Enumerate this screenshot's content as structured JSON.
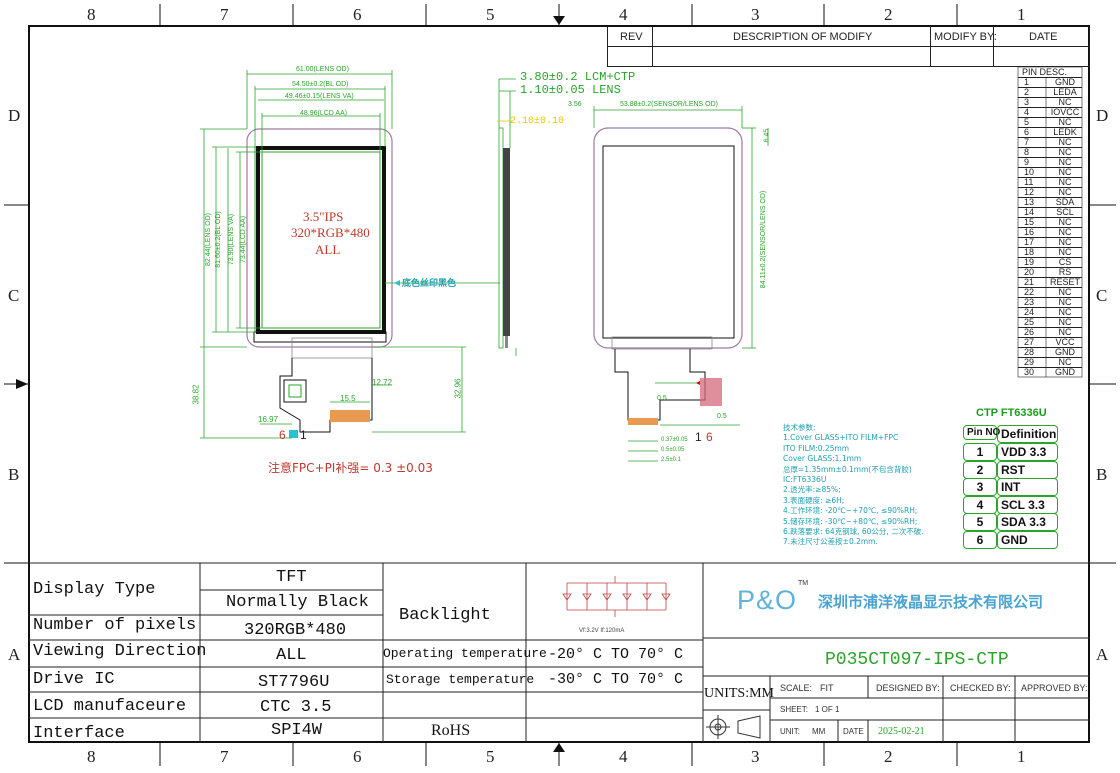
{
  "zones": {
    "top": [
      "8",
      "7",
      "6",
      "5",
      "4",
      "3",
      "2",
      "1"
    ],
    "bottom": [
      "8",
      "7",
      "6",
      "5",
      "4",
      "3",
      "2",
      "1"
    ],
    "left": [
      "D",
      "C",
      "B",
      "A"
    ],
    "right": [
      "D",
      "C",
      "B",
      "A"
    ]
  },
  "revision_table": {
    "rev": "REV",
    "description": "DESCRIPTION OF MODIFY",
    "modify_by": "MODIFY BY:",
    "date": "DATE"
  },
  "front_view": {
    "dims": [
      "61.00(LENS OD)",
      "54.50±0.2(BL OD)",
      "49.46±0.15(LENS VA)",
      "48.96(LCD AA)",
      "82.44(LENS OD)",
      "81.60±0.2(BL OD)",
      "73.90(LENS VA)",
      "73.44(LCD AA)",
      "38.82",
      "16.97",
      "12.72",
      "15.5",
      "32.96"
    ],
    "screen_lines": [
      "3.5\"IPS",
      "320*RGB*480",
      "ALL"
    ],
    "silk_note": "底色丝印黑色",
    "fpc_pins_left": "6",
    "fpc_pins_right": "1",
    "stiffener_note": "注意FPC+PI补强= 0.3 ±0.03"
  },
  "side_view": {
    "lines": [
      "3.80±0.2 LCM+CTP",
      "1.10±0.05 LENS"
    ],
    "yellow_dim": "2.10±0.10"
  },
  "back_view": {
    "dims": [
      "3.56",
      "53.88±0.2(SENSOR/LENS OD)",
      "84.11±0.2(SENSOR/LENS OD)",
      "6.45",
      "0.5",
      "0.5",
      "0.37±0.05",
      "0.5±0.05",
      "2.5±0.1"
    ],
    "fpc_pin_1": "1",
    "fpc_pin_6": "6"
  },
  "pin_table": {
    "header": "PIN DESC.",
    "rows": [
      [
        "1",
        "GND"
      ],
      [
        "2",
        "LEDA"
      ],
      [
        "3",
        "NC"
      ],
      [
        "4",
        "IOVCC"
      ],
      [
        "5",
        "NC"
      ],
      [
        "6",
        "LEDK"
      ],
      [
        "7",
        "NC"
      ],
      [
        "8",
        "NC"
      ],
      [
        "9",
        "NC"
      ],
      [
        "10",
        "NC"
      ],
      [
        "11",
        "NC"
      ],
      [
        "12",
        "NC"
      ],
      [
        "13",
        "SDA"
      ],
      [
        "14",
        "SCL"
      ],
      [
        "15",
        "NC"
      ],
      [
        "16",
        "NC"
      ],
      [
        "17",
        "NC"
      ],
      [
        "18",
        "NC"
      ],
      [
        "19",
        "CS"
      ],
      [
        "20",
        "RS"
      ],
      [
        "21",
        "RESET"
      ],
      [
        "22",
        "NC"
      ],
      [
        "23",
        "NC"
      ],
      [
        "24",
        "NC"
      ],
      [
        "25",
        "NC"
      ],
      [
        "26",
        "NC"
      ],
      [
        "27",
        "VCC"
      ],
      [
        "28",
        "GND"
      ],
      [
        "29",
        "NC"
      ],
      [
        "30",
        "GND"
      ]
    ]
  },
  "ctp_table": {
    "title": "CTP FT6336U",
    "header_pin": "Pin NO",
    "header_def": "Definition",
    "rows": [
      [
        "1",
        "VDD 3.3"
      ],
      [
        "2",
        "RST"
      ],
      [
        "3",
        "INT"
      ],
      [
        "4",
        "SCL 3.3"
      ],
      [
        "5",
        "SDA 3.3"
      ],
      [
        "6",
        "GND"
      ]
    ]
  },
  "tech_notes": [
    "技术参数:",
    "1.Cover GLASS+ITO FILM+FPC",
    "  ITO FILM:0.25mm",
    "  Cover GLASS:1.1mm",
    "  总厚=1.35mm±0.1mm(不包含背胶)",
    "  IC:FT6336U",
    "2.透光率:≥85%;",
    "3.表面硬度: ≥6H;",
    "4.工作环境: -20℃~+70℃, ≤90%RH;",
    "5.储存环境: -30℃~+80℃, ≤90%RH;",
    "6.跌落要求: 64克钢球, 60公分, 二次不破.",
    "7.未注尺寸公差按±0.2mm."
  ],
  "spec_table": {
    "rows": [
      {
        "label": "Display Type",
        "value": "TFT"
      },
      {
        "label": "",
        "value": "Normally Black"
      },
      {
        "label": "Number of pixels",
        "value": "320RGB*480"
      },
      {
        "label": "Viewing Direction",
        "value": "ALL"
      },
      {
        "label": "Drive IC",
        "value": "ST7796U"
      },
      {
        "label": "LCD manufaceure",
        "value": "CTC 3.5"
      },
      {
        "label": "Interface",
        "value": "SPI4W"
      }
    ],
    "backlight_label": "Backlight",
    "backlight_note": "Vf:3.2V  If:120mA",
    "operating_label": "Operating temperature",
    "operating_value": "-20° C TO 70° C",
    "storage_label": "Storage temperature",
    "storage_value": "-30° C TO 70° C",
    "rohs": "RoHS"
  },
  "title_block": {
    "logo": "P&O",
    "logo_tm": "TM",
    "company": "深圳市浦洋液晶显示技术有限公司",
    "part_number": "P035CT097-IPS-CTP",
    "units": "UNITS:MM",
    "scale_label": "SCALE:",
    "scale_value": "FIT",
    "designed_by": "DESIGNED BY:",
    "checked_by": "CHECKED BY:",
    "approved_by": "APPROVED BY:",
    "sheet_label": "SHEET:",
    "sheet_value": "1  OF  1",
    "unit_label": "UNIT:",
    "unit_value": "MM",
    "date_label": "DATE",
    "date_value": "2025-02-21"
  },
  "colors": {
    "dim_green": "#2aa52a",
    "lens_outline": "#a07aa0",
    "screen_text": "#c0392b",
    "note_cyan": "#1fa0b0",
    "yellow": "#e6c800",
    "copper": "#e89a50",
    "pink_pad": "#d46a7a"
  }
}
